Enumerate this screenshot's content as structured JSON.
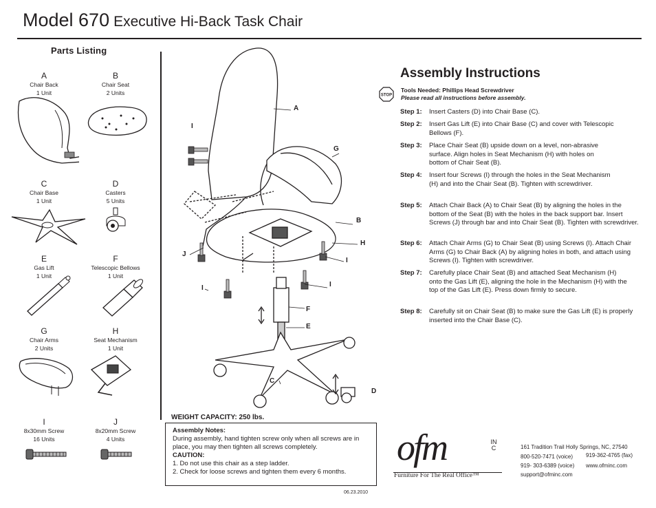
{
  "header": {
    "model": "Model 670",
    "subtitle": "Executive Hi-Back Task Chair"
  },
  "parts": {
    "title": "Parts Listing",
    "items": [
      {
        "letter": "A",
        "name": "Chair Back",
        "qty": "1 Unit"
      },
      {
        "letter": "B",
        "name": "Chair Seat",
        "qty": "2 Units"
      },
      {
        "letter": "C",
        "name": "Chair Base",
        "qty": "1 Unit"
      },
      {
        "letter": "D",
        "name": "Casters",
        "qty": "5 Units"
      },
      {
        "letter": "E",
        "name": "Gas Lift",
        "qty": "1 Unit"
      },
      {
        "letter": "F",
        "name": "Telescopic Bellows",
        "qty": "1 Unit"
      },
      {
        "letter": "G",
        "name": "Chair Arms",
        "qty": "2 Units"
      },
      {
        "letter": "H",
        "name": "Seat Mechanism",
        "qty": "1 Unit"
      },
      {
        "letter": "I",
        "name": "8x30mm Screw",
        "qty": "16 Units"
      },
      {
        "letter": "J",
        "name": "8x20mm Screw",
        "qty": "4 Units"
      }
    ]
  },
  "diagram_labels": {
    "A": "A",
    "B": "B",
    "C": "C",
    "D": "D",
    "E": "E",
    "F": "F",
    "G": "G",
    "H": "H",
    "I": "I",
    "J": "J"
  },
  "assembly": {
    "title": "Assembly Instructions",
    "stop": "STOP",
    "tools": "Tools Needed: Phillips Head Screwdriver",
    "read": "Please read all instructions before assembly.",
    "steps": [
      {
        "label": "Step 1:",
        "text": "Insert Casters (D) into Chair Base (C)."
      },
      {
        "label": "Step 2:",
        "text": "Insert Gas Lift (E) into Chair Base (C) and cover with Telescopic Bellows (F)."
      },
      {
        "label": "Step 3:",
        "text": "Place Chair Seat (B) upside down on a level, non-abrasive surface. Align holes in Seat Mechanism (H) with holes on bottom of Chair Seat (B)."
      },
      {
        "label": "Step 4:",
        "text": "Insert four Screws (I) through the holes in the Seat Mechanism (H) and into the Chair Seat (B). Tighten with screwdriver."
      },
      {
        "label": "Step 5:",
        "text": "Attach Chair Back (A) to Chair Seat (B) by aligning the holes in the bottom of the Seat (B) with the holes in the back support bar. Insert Screws (J) through bar and into Chair Seat (B). Tighten with screwdriver."
      },
      {
        "label": "Step 6:",
        "text": "Attach Chair Arms (G) to Chair Seat (B) using Screws (I). Attach Chair Arms (G) to Chair Back (A) by aligning holes in both, and attach using Screws (I). Tighten with screwdriver."
      },
      {
        "label": "Step 7:",
        "text": "Carefully place Chair Seat (B) and attached Seat Mechanism (H) onto the Gas Lift (E), aligning the hole in the Mechanism (H) with the top of the Gas Lift (E). Press down firmly to secure."
      },
      {
        "label": "Step 8:",
        "text": "Carefully sit on Chair Seat (B) to make sure the Gas Lift (E) is properly inserted into the Chair Base (C)."
      }
    ]
  },
  "weight": "WEIGHT CAPACITY: 250 lbs.",
  "notes": {
    "title": "Assembly Notes:",
    "body": "During assembly, hand tighten screw only when all screws are in place, you may then tighten all screws completely.",
    "caution": "CAUTION:",
    "items": [
      "1. Do not use this chair as a step ladder.",
      "2. Check for loose screws and tighten them every 6 months."
    ]
  },
  "date": "06.23.2010",
  "company": {
    "logo": "ofm",
    "inc": "INC",
    "tagline": "Furniture For The Real Office™",
    "address": "161 Tradition Trail  Holly Springs, NC, 27540",
    "voice1": "800-520-7471 (voice)",
    "fax": "919-362-4765 (fax)",
    "voice2": "919- 303-6389 (voice)",
    "web": "www.ofminc.com",
    "email": "support@ofminc.com"
  }
}
